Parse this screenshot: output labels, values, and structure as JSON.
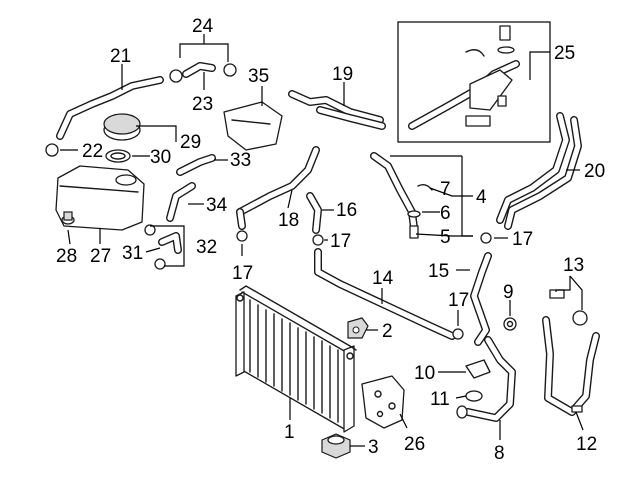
{
  "callouts": {
    "c1": "1",
    "c2": "2",
    "c3": "3",
    "c4": "4",
    "c5": "5",
    "c6": "6",
    "c7": "7",
    "c8": "8",
    "c9": "9",
    "c10": "10",
    "c11": "11",
    "c12": "12",
    "c13": "13",
    "c14": "14",
    "c15": "15",
    "c16": "16",
    "c17a": "17",
    "c17b": "17",
    "c17c": "17",
    "c17d": "17",
    "c18": "18",
    "c19": "19",
    "c20": "20",
    "c21": "21",
    "c22": "22",
    "c23": "23",
    "c24": "24",
    "c25": "25",
    "c26": "26",
    "c27": "27",
    "c28": "28",
    "c29": "29",
    "c30": "30",
    "c31": "31",
    "c32": "32",
    "c33": "33",
    "c34": "34",
    "c35": "35"
  }
}
